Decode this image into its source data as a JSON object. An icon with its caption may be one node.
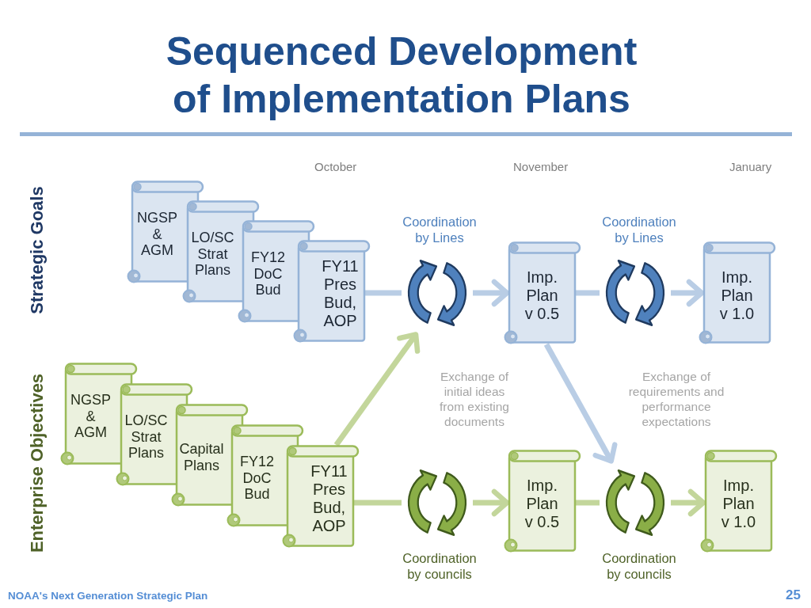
{
  "diagram": {
    "title": "Sequenced Development of Implementation Plans",
    "nodes": [
      {
        "text": [
          "NGSP & AGM"
        ]
      },
      {
        "text": [
          "LO/SC Strat Plans"
        ]
      },
      {
        "text": [
          "FY12 DoC Bud"
        ]
      },
      {
        "text": [
          "FY11 Pres Bud, AOP"
        ]
      },
      {
        "text": [],
        "shape": "cycle",
        "beside": [
          "Coordination by Lines"
        ]
      },
      {
        "text": [
          "Imp. Plan v 0.5"
        ]
      },
      {
        "text": [],
        "shape": "cycle",
        "beside": [
          "Coordination by Lines"
        ]
      },
      {
        "text": [
          "Imp. Plan v 1.0"
        ]
      },
      {
        "text": [
          "NGSP & AGM"
        ]
      },
      {
        "text": [
          "LO/SC Strat Plans"
        ]
      },
      {
        "text": [
          "Capital Plans"
        ]
      },
      {
        "text": [
          "FY12 DoC Bud"
        ]
      },
      {
        "text": [
          "FY11 Pres Bud, AOP"
        ]
      },
      {
        "text": [],
        "shape": "cycle",
        "beside": [
          "Coordination by councils"
        ]
      },
      {
        "text": [
          "Imp. Plan v 0.5"
        ]
      },
      {
        "text": [],
        "shape": "cycle",
        "beside": [
          "Coordination by councils"
        ]
      },
      {
        "text": [
          "Imp. Plan v 1.0"
        ]
      }
    ],
    "edges": [
      {
        "from": 3,
        "to": 4,
        "arrow": "none",
        "color": "#b9cde5"
      },
      {
        "from": 4,
        "to": 5,
        "arrow": "to",
        "color": "#b9cde5"
      },
      {
        "from": 5,
        "to": 6,
        "arrow": "none",
        "color": "#b9cde5"
      },
      {
        "from": 6,
        "to": 7,
        "arrow": "to",
        "color": "#b9cde5"
      },
      {
        "from": 12,
        "to": 13,
        "arrow": "none",
        "color": "#c3d69b"
      },
      {
        "from": 13,
        "to": 14,
        "arrow": "to",
        "color": "#c3d69b"
      },
      {
        "from": 14,
        "to": 15,
        "arrow": "none",
        "color": "#c3d69b"
      },
      {
        "from": 15,
        "to": 16,
        "arrow": "to",
        "color": "#c3d69b"
      },
      {
        "from": 12,
        "to": 4,
        "arrow": "to",
        "color": "#c3d69b"
      },
      {
        "from": 5,
        "to": 15,
        "arrow": "to",
        "color": "#b9cde5"
      }
    ],
    "labels": [
      "October",
      "November",
      "January",
      "Strategic Goals",
      "Exchange of initial ideas from existing documents",
      "Exchange of requirements and performance expectations",
      "Enterprise Objectives",
      "NOAA's Next Generation Strategic Plan",
      "25"
    ]
  }
}
